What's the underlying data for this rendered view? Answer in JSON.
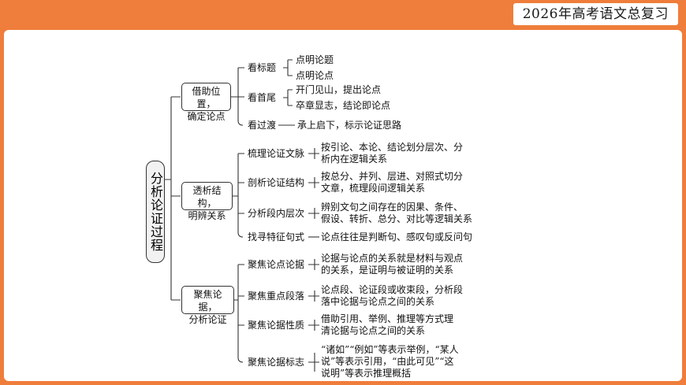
{
  "header": {
    "title": "2026年高考语文总复习"
  },
  "root": {
    "label": "分析论证过程"
  },
  "branches": [
    {
      "label_line1": "借助位置，",
      "label_line2": "确定论点",
      "items": [
        {
          "label": "看标题",
          "children": [
            "点明论题",
            "点明论点"
          ]
        },
        {
          "label": "看首尾",
          "children": [
            "开门见山，提出论点",
            "卒章显志，结论即论点"
          ]
        },
        {
          "label": "看过渡",
          "children": [
            "承上启下，标示论证思路"
          ]
        }
      ]
    },
    {
      "label_line1": "透析结构，",
      "label_line2": "明辨关系",
      "items": [
        {
          "label": "梳理论证文脉",
          "desc1": "按引论、本论、结论划分层次、分",
          "desc2": "析内在逻辑关系"
        },
        {
          "label": "剖析论证结构",
          "desc1": "按总分、并列、层进、对照式切分",
          "desc2": "文章，梳理段间逻辑关系"
        },
        {
          "label": "分析段内层次",
          "desc1": "辨别文句之间存在的因果、条件、",
          "desc2": "假设、转折、总分、对比等逻辑关系"
        },
        {
          "label": "找寻特征句式",
          "desc1": "论点往往是判断句、感叹句或反问句",
          "desc2": ""
        }
      ]
    },
    {
      "label_line1": "聚焦论据，",
      "label_line2": "分析论证",
      "items": [
        {
          "label": "聚焦论点论据",
          "desc1": "论据与论点的关系就是材料与观点",
          "desc2": "的关系，是证明与被证明的关系"
        },
        {
          "label": "聚焦重点段落",
          "desc1": "论点段、论证段或收束段，分析段",
          "desc2": "落中论据与论点之间的关系"
        },
        {
          "label": "聚焦论据性质",
          "desc1": "借助引用、举例、推理等方式理",
          "desc2": "清论据与论点之间的关系"
        },
        {
          "label": "聚焦论据标志",
          "desc1": "“诸如”“例如”等表示举例，“某人",
          "desc2": "说”等表示引用，“由此可见”“这",
          "desc3": "说明”等表示推理概括"
        }
      ]
    }
  ]
}
